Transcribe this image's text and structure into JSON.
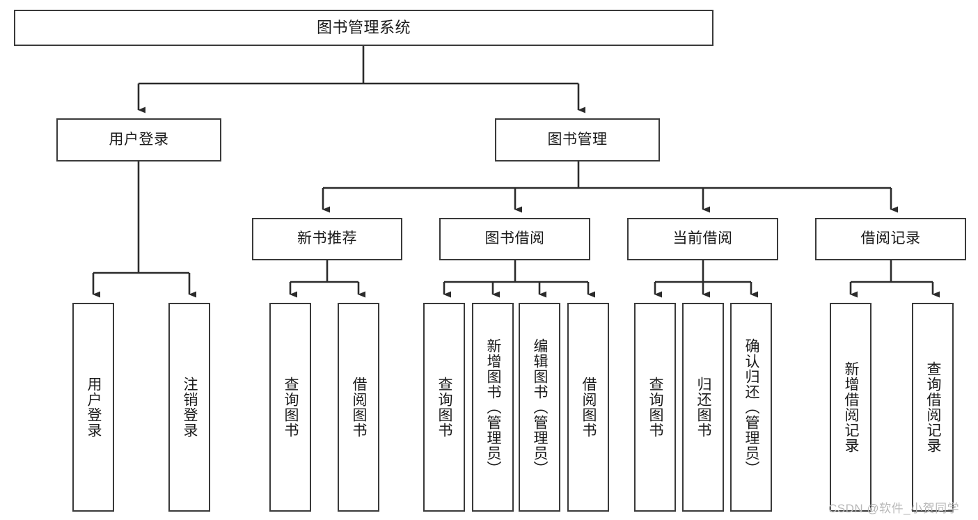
{
  "diagram": {
    "title": "图书管理系统",
    "type": "功能结构图",
    "colors": {
      "box_border": "#3a3a3a",
      "box_fill": "#ffffff",
      "connector": "#2b2b2b",
      "text": "#1a1a1a",
      "watermark": "#b8b8b8"
    },
    "root": {
      "label": "图书管理系统"
    },
    "level2": [
      {
        "label": "用户登录"
      },
      {
        "label": "图书管理"
      }
    ],
    "level3": [
      {
        "label": "新书推荐"
      },
      {
        "label": "图书借阅"
      },
      {
        "label": "当前借阅"
      },
      {
        "label": "借阅记录"
      }
    ],
    "leaves": {
      "user_login": [
        {
          "label": "用户登录"
        },
        {
          "label": "注销登录"
        }
      ],
      "new_book_recommend": [
        {
          "label": "查询图书"
        },
        {
          "label": "借阅图书"
        }
      ],
      "book_borrow": [
        {
          "label": "查询图书"
        },
        {
          "label": "新增图书（管理员）"
        },
        {
          "label": "编辑图书（管理员）"
        },
        {
          "label": "借阅图书"
        }
      ],
      "current_borrow": [
        {
          "label": "查询图书"
        },
        {
          "label": "归还图书"
        },
        {
          "label": "确认归还（管理员）"
        }
      ],
      "borrow_records": [
        {
          "label": "新增借阅记录"
        },
        {
          "label": "查询借阅记录"
        }
      ]
    }
  },
  "watermark": {
    "text": "CSDN @软件_小贺同学"
  }
}
